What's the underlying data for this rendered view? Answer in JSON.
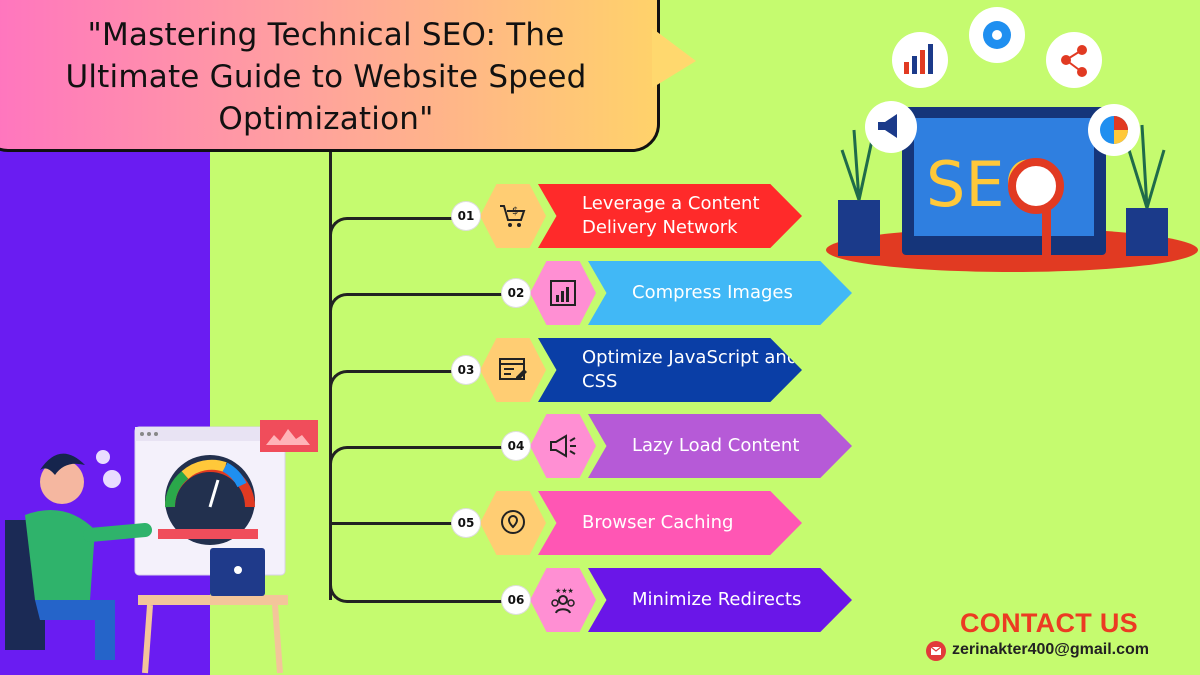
{
  "title": "\"Mastering Technical SEO: The Ultimate Guide to Website Speed Optimization\"",
  "steps": [
    {
      "num": "01",
      "label": "Leverage a Content Delivery Network",
      "icon": "shopping-cart-dollar-icon",
      "color": "#ff2a2a",
      "hex_color": "#ffcd73"
    },
    {
      "num": "02",
      "label": "Compress Images",
      "icon": "bar-chart-icon",
      "color": "#41b8f6",
      "hex_color": "#ff8fd3"
    },
    {
      "num": "03",
      "label": "Optimize JavaScript and CSS",
      "icon": "code-edit-icon",
      "color": "#0a3ea6",
      "hex_color": "#ffcd73"
    },
    {
      "num": "04",
      "label": "Lazy Load Content",
      "icon": "megaphone-icon",
      "color": "#b65ad7",
      "hex_color": "#ff8fd3"
    },
    {
      "num": "05",
      "label": "Browser Caching",
      "icon": "location-chat-icon",
      "color": "#ff56b4",
      "hex_color": "#ffcd73"
    },
    {
      "num": "06",
      "label": "Minimize Redirects",
      "icon": "team-rating-icon",
      "color": "#6a16e8",
      "hex_color": "#ff8fd3"
    }
  ],
  "contact": {
    "title": "CONTACT US",
    "email": "zerinakter400@gmail.com"
  },
  "seo_illustration_text": "SEO",
  "colors": {
    "left_band": "#6a1cf2",
    "background": "#c5fb6f",
    "contact_title": "#ec3b22"
  }
}
